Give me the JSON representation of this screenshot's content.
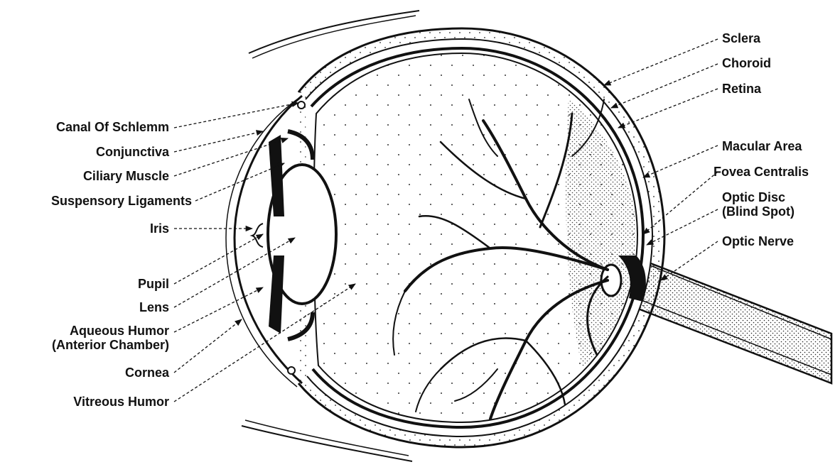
{
  "labels_left": {
    "canal_of_schlemm": "Canal Of Schlemm",
    "conjunctiva": "Conjunctiva",
    "ciliary_muscle": "Ciliary Muscle",
    "suspensory_ligaments": "Suspensory Ligaments",
    "iris": "Iris",
    "pupil": "Pupil",
    "lens": "Lens",
    "aqueous_humor_1": "Aqueous Humor",
    "aqueous_humor_2": "(Anterior Chamber)",
    "cornea": "Cornea",
    "vitreous_humor": "Vitreous Humor"
  },
  "labels_right": {
    "sclera": "Sclera",
    "choroid": "Choroid",
    "retina": "Retina",
    "macular_area": "Macular Area",
    "fovea_centralis": "Fovea Centralis",
    "optic_disc_1": "Optic Disc",
    "optic_disc_2": "(Blind Spot)",
    "optic_nerve": "Optic Nerve"
  },
  "colors": {
    "ink": "#111111",
    "background": "#ffffff"
  }
}
